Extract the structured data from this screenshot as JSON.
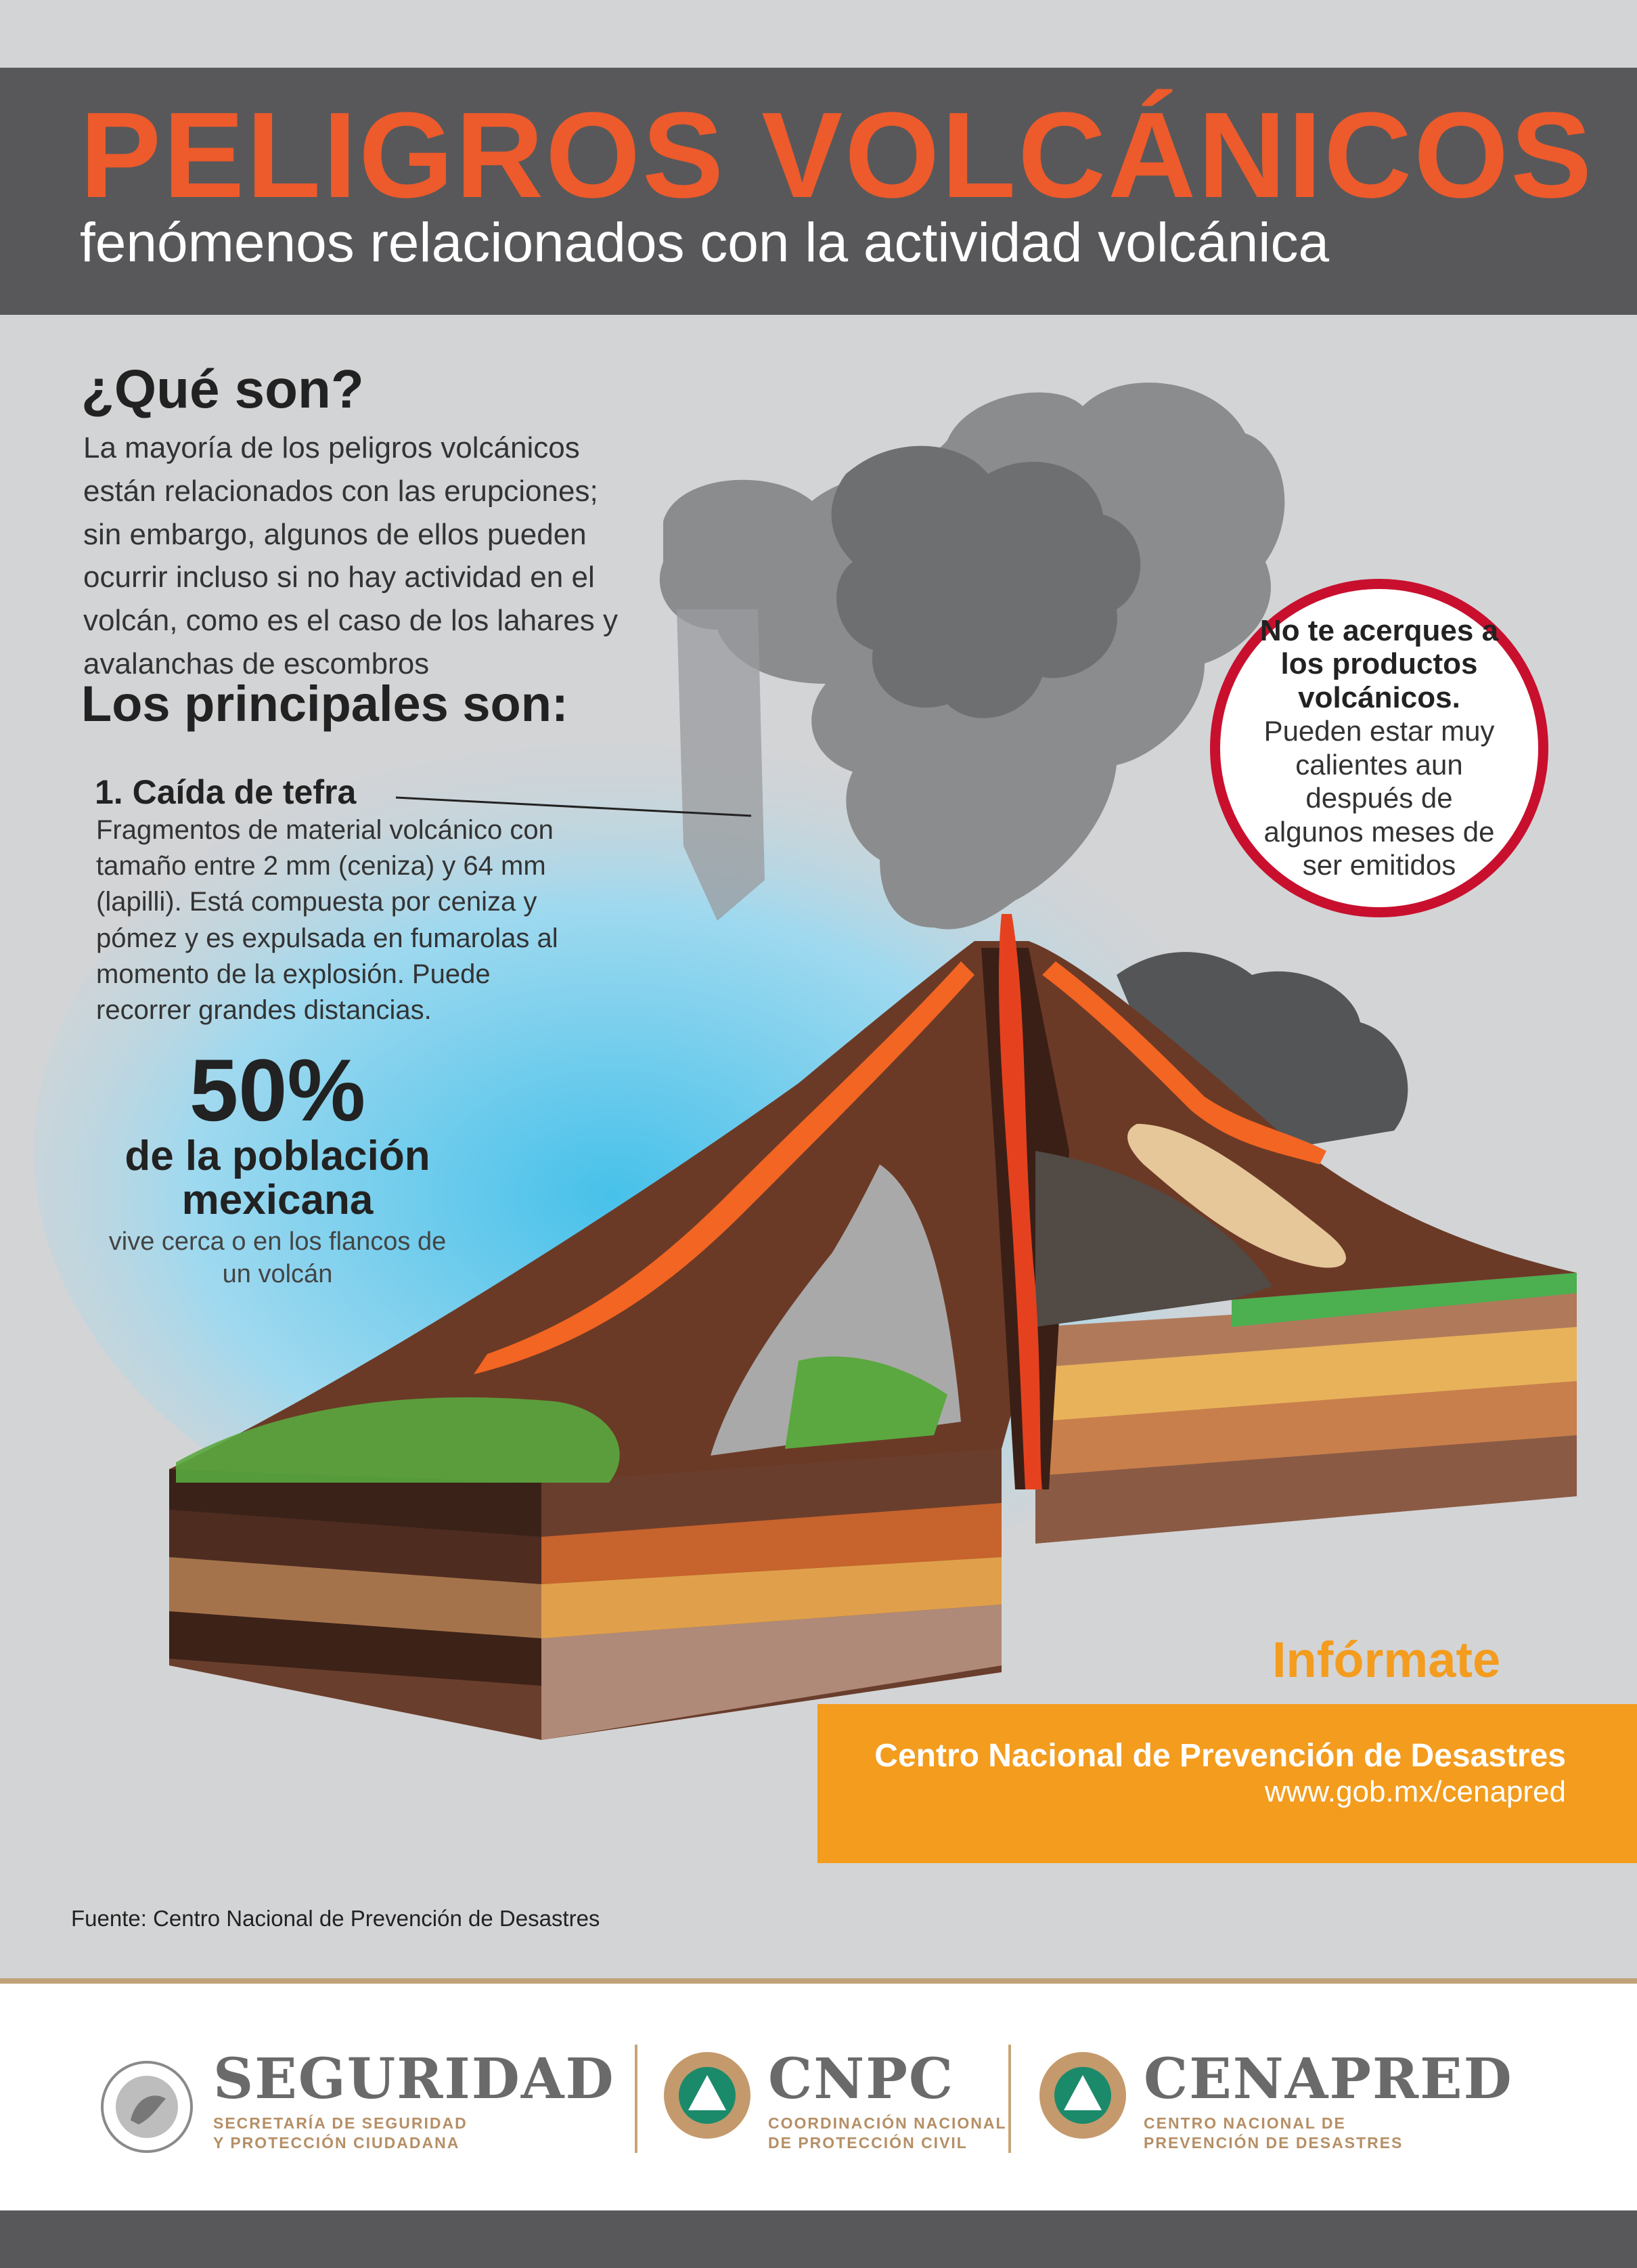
{
  "header": {
    "title": "PELIGROS VOLCÁNICOS",
    "subtitle": "fenómenos relacionados con la actividad volcánica"
  },
  "que_son": {
    "title": "¿Qué son?",
    "body": "La mayoría de los peligros volcánicos están relacionados con las erupciones; sin embargo, algunos de ellos pueden ocurrir incluso si no hay actividad en el volcán, como es el caso de los lahares y avalanchas de escombros"
  },
  "principales": {
    "title": "Los principales son:",
    "items": [
      {
        "title": "1. Caída de tefra",
        "body": "Fragmentos de material volcánico con tamaño  entre 2 mm (ceniza) y 64 mm (lapilli). Está compuesta por ceniza y pómez y es expulsada en fumarolas al momento de la explosión. Puede recorrer grandes distancias."
      }
    ]
  },
  "stat": {
    "percent": "50%",
    "line1": "de la población",
    "line2": "mexicana",
    "line3": "vive cerca o en los flancos de un volcán"
  },
  "warning": {
    "bold": "No te acerques a los productos volcánicos.",
    "text": " Pueden estar muy calientes aun después de algunos meses de ser emitidos"
  },
  "informate": {
    "title": "Infórmate",
    "org": "Centro Nacional de Prevención de Desastres",
    "url": "www.gob.mx/cenapred"
  },
  "source": "Fuente: Centro Nacional de Prevención de Desastres",
  "footer": {
    "logos": [
      {
        "name": "SEGURIDAD",
        "sub1": "SECRETARÍA DE SEGURIDAD",
        "sub2": "Y PROTECCIÓN CIUDADANA"
      },
      {
        "name": "CNPC",
        "sub1": "COORDINACIÓN NACIONAL",
        "sub2": "DE PROTECCIÓN CIVIL"
      },
      {
        "name": "CENAPRED",
        "sub1": "CENTRO NACIONAL DE",
        "sub2": "PREVENCIÓN DE DESASTRES"
      }
    ]
  },
  "colors": {
    "accent": "#ed5a2c",
    "orange": "#f39c1e",
    "header_bg": "#58585a",
    "warning_red": "#c8102e",
    "page_bg": "#d3d4d6"
  },
  "icons": [
    "volcano-illustration",
    "mexico-coat-of-arms-icon",
    "cnpc-emblem-icon",
    "cenapred-emblem-icon"
  ]
}
